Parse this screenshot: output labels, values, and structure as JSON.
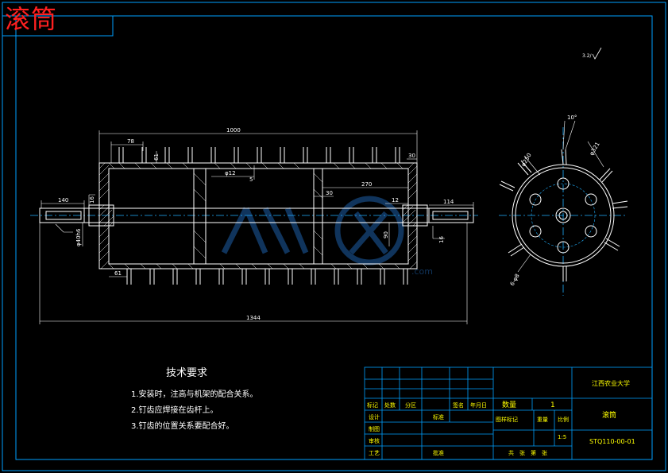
{
  "title": "滚筒",
  "colors": {
    "background": "#000000",
    "border": "#00a0ff",
    "title": "#ff2020",
    "drawing": "#ffffff",
    "axis": "#20b0ff",
    "table_text": "#ffff00",
    "dimension": "#ffffff",
    "watermark": "#123a66"
  },
  "roughness": "3.2/",
  "dims": {
    "d1000": "1000",
    "d78": "78",
    "d30_top": "30",
    "d61_top": "61",
    "d_phi12": "φ12",
    "d5": "5",
    "d270": "270",
    "d30": "30",
    "d12": "12",
    "d140": "140",
    "d16_left": "16",
    "d114": "114",
    "d16_right": "16",
    "d90": "90",
    "d61_bottom": "61",
    "d1344": "1344",
    "d_phi40": "φ40h6",
    "d_angle": "10°",
    "d_phi321": "φ321",
    "d_phi250": "φ250",
    "d_6phi8": "6-φ8"
  },
  "watermark": {
    "brand": "人人文库",
    "url": ".com"
  },
  "tech_requirements": {
    "title": "技术要求",
    "items": [
      "1.安装时，注高与机架的配合关系。",
      "2.钉齿应焊接在齿杆上。",
      "3.钉齿的位置关系要配合好。"
    ]
  },
  "title_block": {
    "university": "江西农业大学",
    "part_name": "滚筒",
    "drawing_number": "STQ110-00-01",
    "quantity_label": "数量",
    "quantity": "1",
    "scale": "1:5",
    "mark_label": "图样标记",
    "weight_label": "重量",
    "ratio_label": "比例",
    "sheet_label": "共　张　第　张",
    "signature_labels": [
      "标记",
      "处数",
      "分区",
      "设计",
      "标准",
      "制图",
      "审核",
      "工艺",
      "批准"
    ],
    "date_labels": [
      "签名",
      "年月日"
    ]
  }
}
